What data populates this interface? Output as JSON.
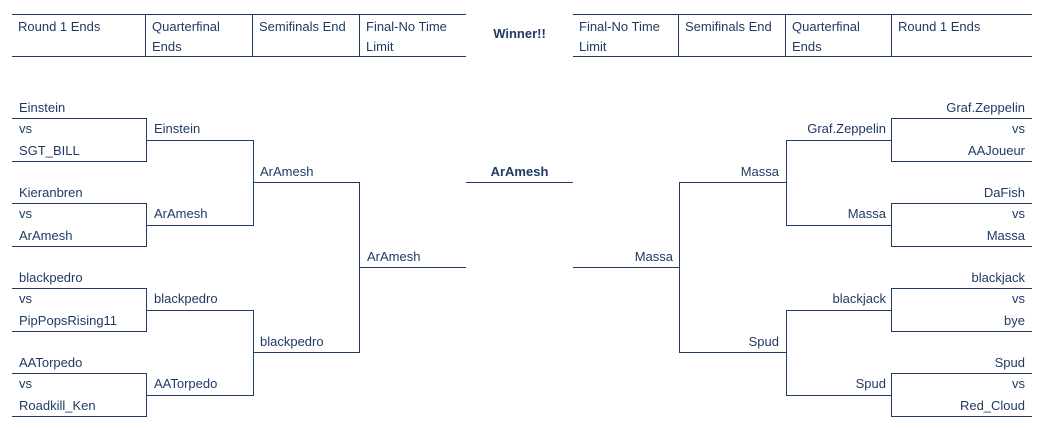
{
  "header": {
    "left": [
      "Round 1 Ends",
      "Quarterfinal Ends",
      "Semifinals End",
      "Final-No Time Limit"
    ],
    "winner_label": "Winner!!",
    "right": [
      "Final-No Time Limit",
      "Semifinals End",
      "Quarterfinal Ends",
      "Round 1 Ends"
    ]
  },
  "left": {
    "r1": [
      {
        "a": "Einstein",
        "vs": "vs",
        "b": "SGT_BILL"
      },
      {
        "a": "Kieranbren",
        "vs": "vs",
        "b": "ArAmesh"
      },
      {
        "a": "blackpedro",
        "vs": "vs",
        "b": "PipPopsRising11"
      },
      {
        "a": "AATorpedo",
        "vs": "vs",
        "b": "Roadkill_Ken"
      }
    ],
    "qf": [
      "Einstein",
      "ArAmesh",
      "blackpedro",
      "AATorpedo"
    ],
    "sf": [
      "ArAmesh",
      "blackpedro"
    ],
    "final": "ArAmesh"
  },
  "winner": "ArAmesh",
  "right": {
    "r1": [
      {
        "a": "Graf.Zeppelin",
        "vs": "vs",
        "b": "AAJoueur"
      },
      {
        "a": "DaFish",
        "vs": "vs",
        "b": "Massa"
      },
      {
        "a": "blackjack",
        "vs": "vs",
        "b": "bye"
      },
      {
        "a": "Spud",
        "vs": "vs",
        "b": "Red_Cloud"
      }
    ],
    "qf": [
      "Graf.Zeppelin",
      "Massa",
      "blackjack",
      "Spud"
    ],
    "sf": [
      "Massa",
      "Spud"
    ],
    "final": "Massa"
  }
}
